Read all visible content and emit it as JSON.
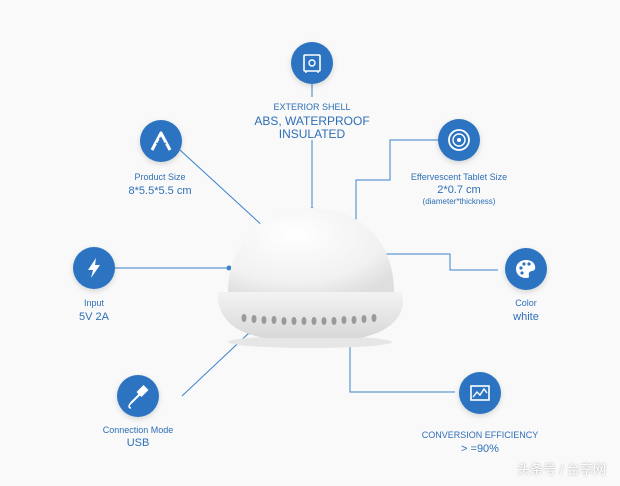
{
  "callouts": {
    "shell": {
      "title": "EXTERIOR SHELL",
      "value1": "ABS, WATERPROOF",
      "value2": "INSULATED"
    },
    "size": {
      "title": "Product Size",
      "value": "8*5.5*5.5 cm"
    },
    "tablet": {
      "title": "Effervescent Tablet Size",
      "value": "2*0.7 cm",
      "note": "(diameter*thickness)"
    },
    "input": {
      "title": "Input",
      "value": "5V 2A"
    },
    "color": {
      "title": "Color",
      "value": "white"
    },
    "connection": {
      "title": "Connection Mode",
      "value": "USB"
    },
    "efficiency": {
      "title": "CONVERSION EFFICIENCY",
      "value": "> =90%"
    }
  },
  "icons": {
    "shell": "safe-icon",
    "size": "ruler-icon",
    "tablet": "disc-icon",
    "input": "lightning-icon",
    "color": "palette-icon",
    "connection": "usb-cable-icon",
    "efficiency": "chart-icon"
  },
  "colors": {
    "accent": "#2c73c1",
    "text": "#2e6fb6",
    "line": "#3a82cc"
  },
  "watermark": "头条号 / 台享网"
}
